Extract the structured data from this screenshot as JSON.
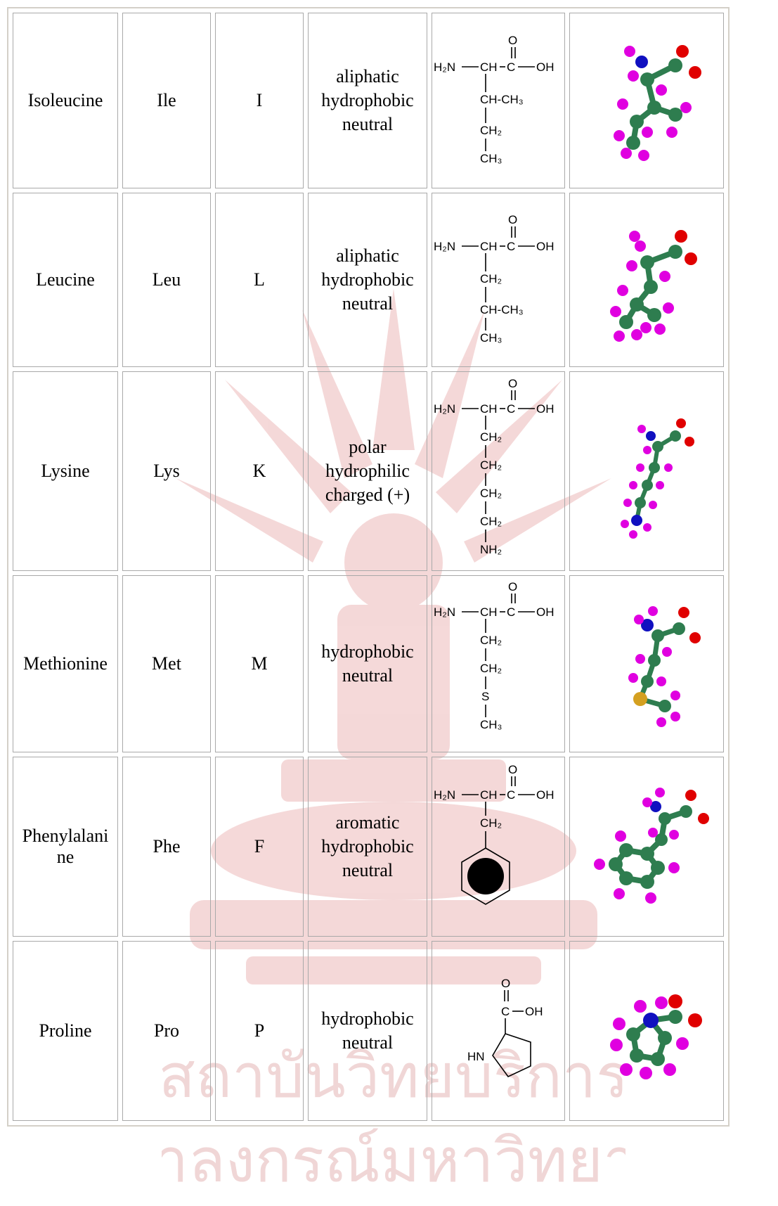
{
  "watermark": {
    "lines": [
      "สถาบันวิทยบริการ",
      "จุฬาลงกรณ์มหาวิทยาลัย"
    ],
    "color": "#f0c8c8"
  },
  "colors": {
    "carbon": "#2e7d4f",
    "hydrogen": "#e000e0",
    "oxygen": "#e00000",
    "nitrogen": "#1010c0",
    "sulfur": "#d4a020",
    "border": "#a9a9a9"
  },
  "rows": [
    {
      "name": "Isoleucine",
      "three": "Ile",
      "one": "I",
      "props": [
        "aliphatic",
        "hydrophobic",
        "neutral"
      ]
    },
    {
      "name": "Leucine",
      "three": "Leu",
      "one": "L",
      "props": [
        "aliphatic",
        "hydrophobic",
        "neutral"
      ]
    },
    {
      "name": "Lysine",
      "three": "Lys",
      "one": "K",
      "props": [
        "polar",
        "hydrophilic",
        "charged (+)"
      ]
    },
    {
      "name": "Methionine",
      "three": "Met",
      "one": "M",
      "props": [
        "hydrophobic",
        "neutral"
      ]
    },
    {
      "name": "Phenylalani ne",
      "three": "Phe",
      "one": "F",
      "props": [
        "aromatic",
        "hydrophobic",
        "neutral"
      ]
    },
    {
      "name": "Proline",
      "three": "Pro",
      "one": "P",
      "props": [
        "hydrophobic",
        "neutral"
      ]
    }
  ],
  "chem": {
    "h2n": "H₂N",
    "ch": "CH",
    "c": "C",
    "o": "O",
    "oh": "OH",
    "ch3": "CH₃",
    "ch2": "CH₂",
    "nh2": "NH₂",
    "s": "S",
    "hn": "HN",
    "ch_ch3": "CH-CH₃"
  }
}
